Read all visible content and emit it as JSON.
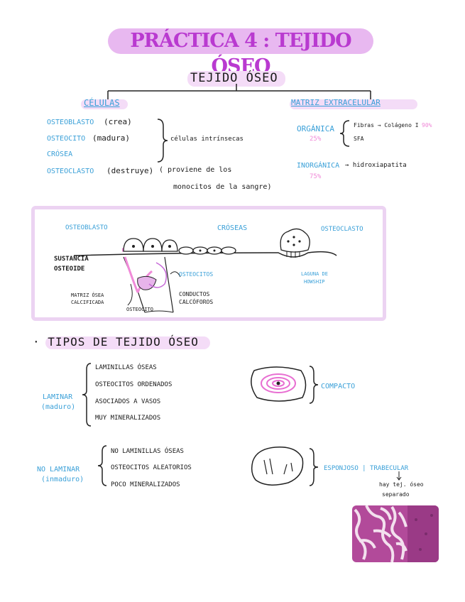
{
  "title": "PRÁCTICA 4 : TEJIDO ÓSEO",
  "tejido_heading": "TEJIDO ÓSEO",
  "celulas": {
    "heading": "CÉLULAS",
    "osteoblasto": "OSTEOBLASTO",
    "osteoblasto_note": "(crea)",
    "osteocito": "OSTEOCITO",
    "osteocito_note": "(madura)",
    "cresea": "CRÓSEA",
    "brace_label": "células intrínsecas",
    "osteoclasto": "OSTEOCLASTO",
    "osteoclasto_note": "(destruye)",
    "osteoclasto_note2": "( proviene de los",
    "osteoclasto_note3": "monocitos de la sangre)"
  },
  "matriz": {
    "heading": "MATRIZ EXTRACELULAR",
    "organica": "ORGÁNICA",
    "organica_pct": "25%",
    "fibras": "Fibras → Colágeno I",
    "fibras_pct": "90%",
    "sfa": "SFA",
    "inorganica": "INORGÁNICA",
    "inorganica_pct": "75%",
    "hidroxiapatita": "→ hidroxiapatita"
  },
  "diagram": {
    "osteoblasto": "OSTEOBLASTO",
    "croseas": "CRÓSEAS",
    "osteoclasto": "OSTEOCLASTO",
    "sustancia": "SUSTANCIA",
    "osteoide": "OSTEOIDE",
    "osteocitos": "OSTEOCITOS",
    "laguna1": "LAGUNA DE",
    "laguna2": "HOWSHIP",
    "matriz1": "MATRIZ ÓSEA",
    "matriz2": "CALCIFICADA",
    "conductos1": "CONDUCTOS",
    "conductos2": "CALCÓFOROS",
    "osteocito": "OSTEOCITO"
  },
  "tipos": {
    "heading": "· TIPOS DE TEJIDO ÓSEO",
    "laminar_label": "LAMINAR",
    "laminar_sub": "(maduro)",
    "laminar_items": [
      "LAMINILLAS ÓSEAS",
      "OSTEOCITOS ORDENADOS",
      "ASOCIADOS A VASOS",
      "MUY MINERALIZADOS"
    ],
    "compacto": "COMPACTO",
    "no_laminar_label": "NO LAMINAR",
    "no_laminar_sub": "(inmaduro)",
    "no_laminar_items": [
      "NO LAMINILLAS ÓSEAS",
      "OSTEOCITOS ALEATORIOS",
      "POCO MINERALIZADOS"
    ],
    "esponjoso": "ESPONJOSO | TRABECULAR",
    "note1": "hay tej. óseo",
    "note2": "separado"
  },
  "colors": {
    "title": "#b93ad0",
    "pill": "#e8b8f0",
    "blue": "#3aa0d8",
    "pink": "#f08ad8",
    "frame": "#ecd3f2"
  }
}
